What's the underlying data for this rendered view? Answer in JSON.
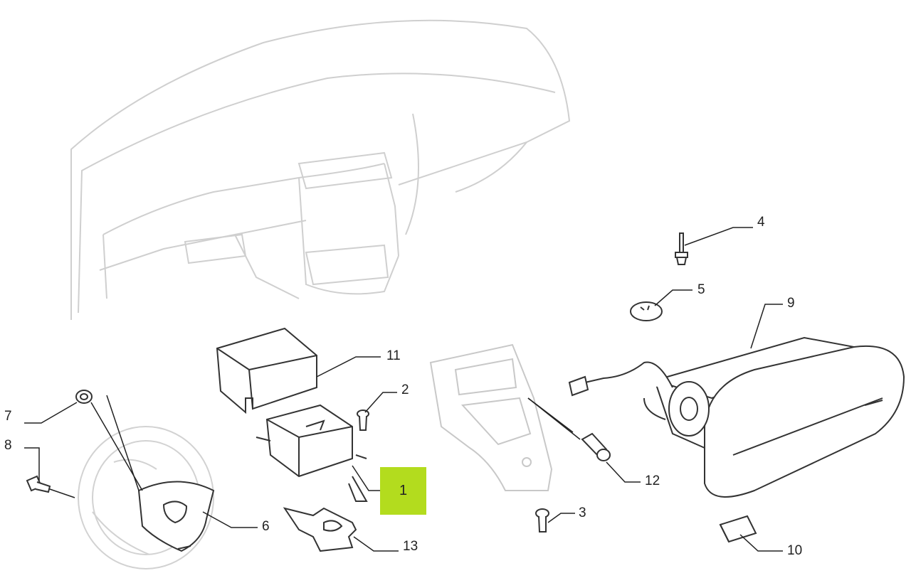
{
  "colors": {
    "highlight": "#b3dc1e",
    "line": "#222222",
    "ghost": "#d2d2d2",
    "part_stroke": "#333333"
  },
  "callouts": {
    "n1": "1",
    "n2": "2",
    "n3": "3",
    "n4": "4",
    "n5": "5",
    "n6": "6",
    "n7": "7",
    "n8": "8",
    "n9": "9",
    "n10": "10",
    "n11": "11",
    "n12": "12",
    "n13": "13"
  },
  "highlighted_part": "1"
}
